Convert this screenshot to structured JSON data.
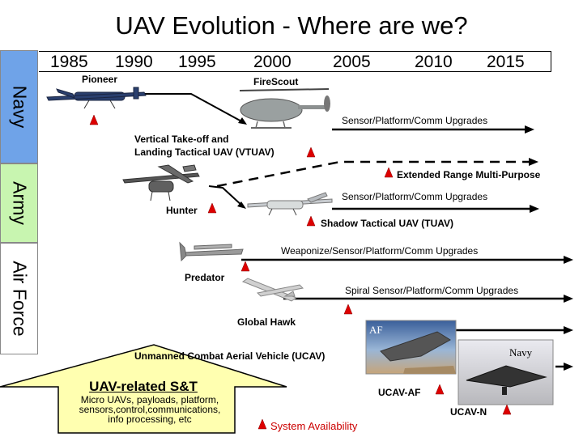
{
  "title": "UAV Evolution - Where are we?",
  "years": [
    "1985",
    "1990",
    "1995",
    "2000",
    "2005",
    "2010",
    "2015"
  ],
  "services": [
    "Navy",
    "Army",
    "Air Force"
  ],
  "aircraft": {
    "pioneer": "Pioneer",
    "firescout": "FireScout",
    "vtuav": "Vertical Take-off and\nLanding Tactical UAV (VTUAV)",
    "hunter": "Hunter",
    "shadow": "Shadow Tactical UAV (TUAV)",
    "predator": "Predator",
    "global_hawk": "Global Hawk",
    "ucav": "Unmanned Combat Aerial Vehicle (UCAV)",
    "ucav_af": "UCAV-AF",
    "ucav_n": "UCAV-N"
  },
  "upgrades": {
    "navy": "Sensor/Platform/Comm Upgrades",
    "army": "Sensor/Platform/Comm Upgrades",
    "extended_range": "Extended Range Multi-Purpose",
    "predator": "Weaponize/Sensor/Platform/Comm Upgrades",
    "global_hawk": "Spiral Sensor/Platform/Comm Upgrades"
  },
  "photo_tags": {
    "af": "AF",
    "navy": "Navy"
  },
  "st": {
    "label": "UAV-related S&T",
    "detail": "Micro UAVs, payloads, platform,\nsensors,control,communications,\ninfo processing, etc"
  },
  "legend": "System Availability",
  "colors": {
    "navy_band": "#6fa3e8",
    "army_band": "#c8f5b0",
    "airforce_band": "#ffffff",
    "st_arrow": "#ffffb0",
    "marker": "#dd0000"
  }
}
